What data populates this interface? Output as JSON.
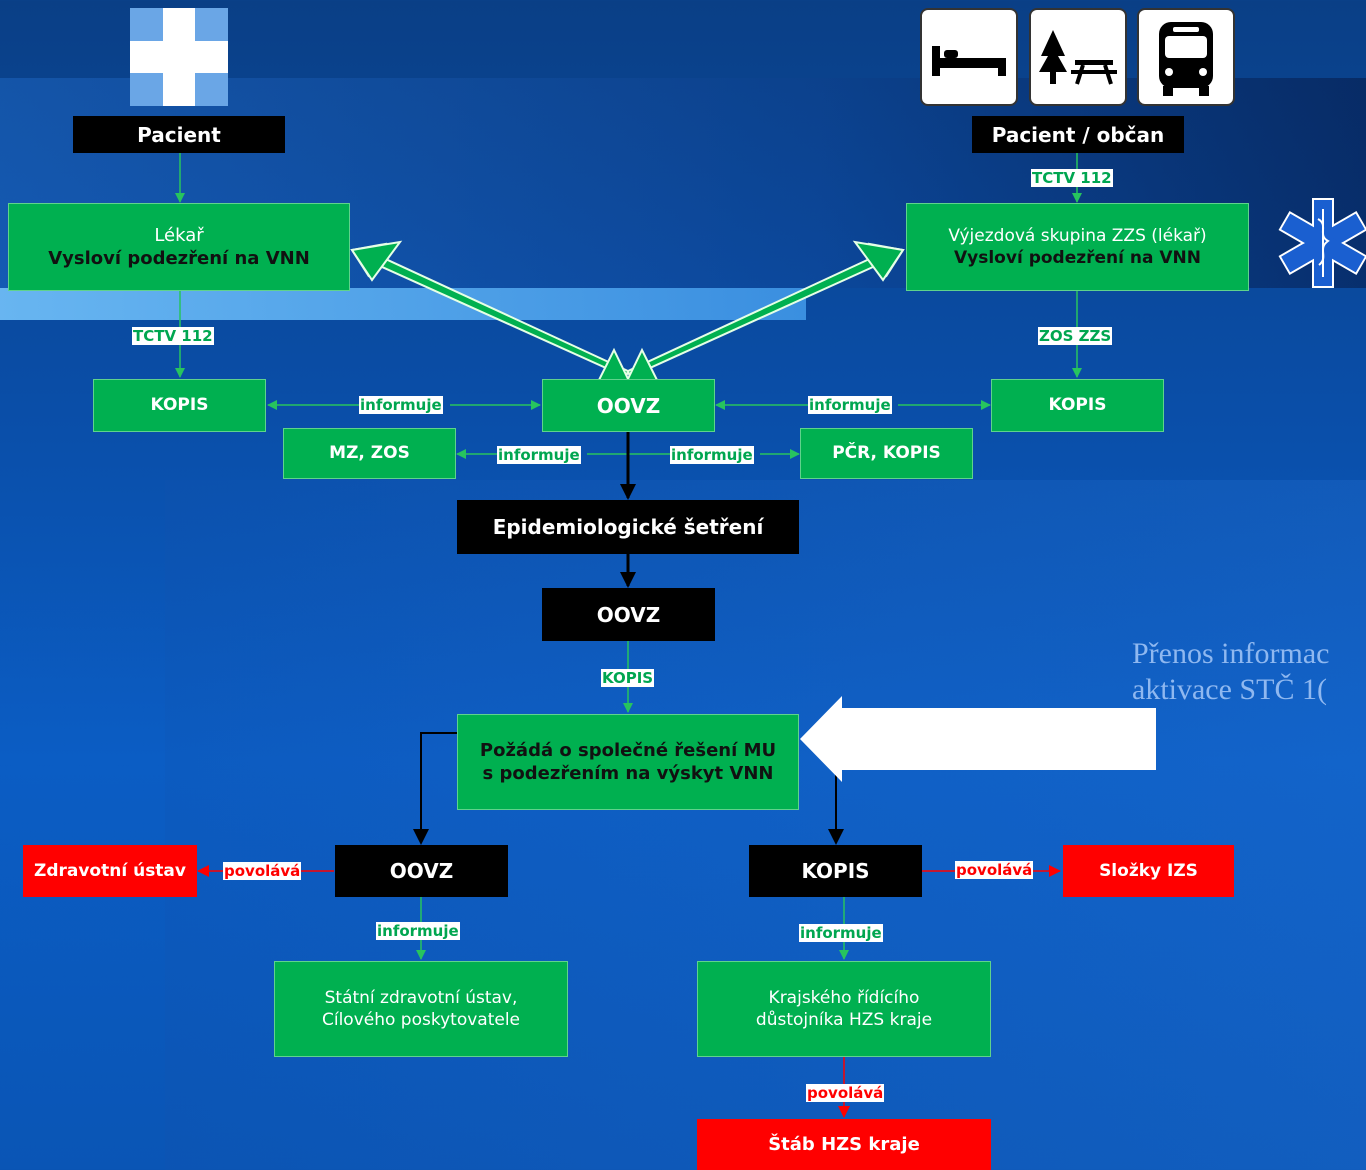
{
  "nodes": {
    "pacient": "Pacient",
    "pacient_obcan": "Pacient / občan",
    "lekar_line1": "Lékař",
    "lekar_line2": "Vysloví podezření na VNN",
    "vyjezdova_line1": "Výjezdová skupina ZZS (lékař)",
    "vyjezdova_line2": "Vysloví podezření na VNN",
    "kopis_left": "KOPIS",
    "oovz_top": "OOVZ",
    "kopis_right": "KOPIS",
    "mz_zos": "MZ, ZOS",
    "pcr_kopis": "PČR, KOPIS",
    "epidemiologicke": "Epidemiologické šetření",
    "oovz_mid": "OOVZ",
    "pozada_line1": "Požádá o společné řešení MU",
    "pozada_line2": "s podezřením na výskyt VNN",
    "zdravotni_ustav": "Zdravotní ústav",
    "oovz_bottom": "OOVZ",
    "kopis_bottom": "KOPIS",
    "slozky_izs": "Složky IZS",
    "statni_line1": "Státní zdravotní ústav,",
    "statni_line2": "Cílového poskytovatele",
    "krajskeho_line1": "Krajského řídícího",
    "krajskeho_line2": "důstojníka HZS kraje",
    "stab_hzs": "Štáb HZS kraje"
  },
  "labels": {
    "tctv_right": "TCTV 112",
    "tctv_left": "TCTV 112",
    "zos_zzs": "ZOS ZZS",
    "informuje": "informuje",
    "kopis_edge": "KOPIS",
    "povolava": "povolává"
  },
  "side_text": {
    "line1": "Přenos informac",
    "line2": "aktivace STČ 1("
  },
  "icons": [
    "medical-cross-icon",
    "bed-icon",
    "tree-picnic-icon",
    "bus-icon",
    "star-of-life-icon"
  ],
  "colors": {
    "green_box": "#00b050",
    "black_box": "#000000",
    "red_box": "#ff0000",
    "green_label": "#00a650",
    "red_label": "#ff0000",
    "background": "#0a4ea8"
  }
}
